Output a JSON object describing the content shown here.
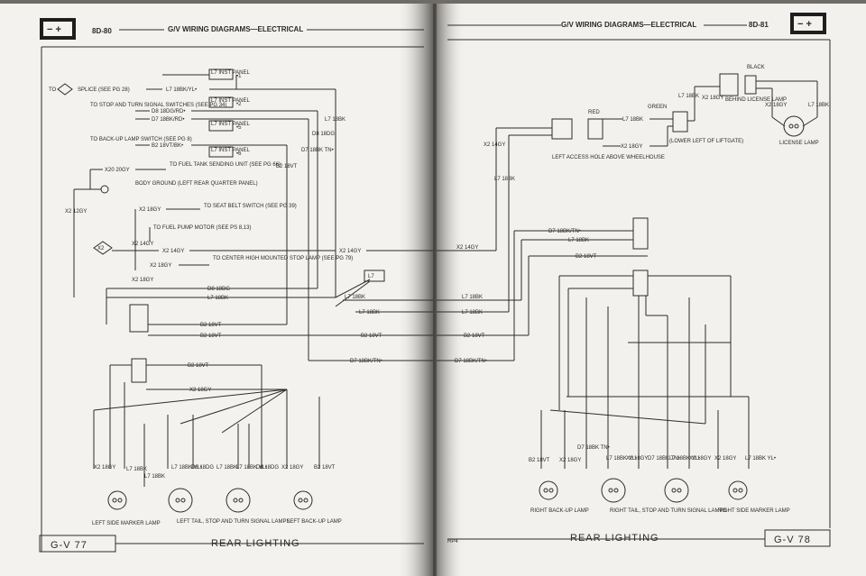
{
  "left_page": {
    "page_no": "8D-80",
    "header": "G/V WIRING DIAGRAMS—ELECTRICAL",
    "footer_code": "G-V 77",
    "footer_title": "REAR LIGHTING",
    "labels": {
      "l1": "L7 INST PANEL",
      "l2": "L7 INST PANEL",
      "l3": "L7 INST PANEL",
      "l4": "L7 INST PANEL",
      "mark1": "•1",
      "mark2": "•2",
      "mark5": "•5",
      "mark6": "•6",
      "to": "TO",
      "splice": "SPLICE (SEE PG 28)",
      "l7_18bk_yl": "L7 18BK/YL•",
      "stop_switch": "TO STOP AND TURN SIGNAL SWITCHES (SEE PG 34)",
      "d8_18dg_rd": "D8 18DG/RD•",
      "d7_18bk_rd": "D7 18BK/RD•",
      "backup_switch": "TO BACK-UP LAMP SWITCH (SEE PG 8)",
      "b2_18vt_bk": "B2 18VT/BK•",
      "x20_20gy": "X20 20GY",
      "fuel_tank": "TO FUEL TANK SENDING UNIT (SEE PG 66)",
      "body_ground": "BODY GROUND (LEFT REAR QUARTER PANEL)",
      "x2_12gy": "X2 12GY",
      "x2_18gy": "X2 18GY",
      "seat_belt": "TO SEAT BELT SWITCH (SEE PG 39)",
      "fuel_pump": "TO FUEL PUMP MOTOR (SEE PS 8,13)",
      "x2_14gy": "X2 14GY",
      "x2_14gy_b": "X2 14GY",
      "x2_18gy_b": "X2 18GY",
      "center_stop": "TO CENTER HIGH MOUNTED STOP LAMP (SEE PG 79)",
      "x2_18gy_c": "X2 18GY",
      "l7_18bk": "L7 18BK",
      "d8_18dg": "D8 18DG",
      "d7_18bk_tn": "D7 18BK TN•",
      "b2_18vt": "B2 18VT",
      "d8_18dg_b": "D8 18DG",
      "l7_18bk_b": "L7 18BK",
      "b2_18vt_b": "B2 18VT",
      "b2_18vt_c": "B2 18VT",
      "l7_18bk_tag": "L7",
      "l7_18bk_c": "L7 18BK",
      "l7_18bk_d": "L7 18BK",
      "d7_18bk_tn_b": "D7 18BK/TN•",
      "b2_18vt_d": "B2 18VT",
      "x2_18gy_d": "X2 18GY",
      "x2_18gy_e": "X2 18GY",
      "l7_18bk_e": "L7 18BK",
      "l7_18bk_yl_b": "L7 18BK YL•",
      "d8_18dg_c": "D8 18DG",
      "l7_18bk_f": "L7 18BK",
      "l7_18bk_yl_c": "L7 18BK YL•",
      "d8_18dg_d": "D8 18DG",
      "x2_18gy_f": "X2 18GY",
      "b2_18vt_e": "B2 18VT",
      "lamp_side": "LEFT SIDE MARKER LAMP",
      "lamp_tail": "LEFT TAIL, STOP AND TURN SIGNAL LAMPS",
      "lamp_backup": "LEFT BACK-UP LAMP",
      "x2_small": "X2"
    }
  },
  "right_page": {
    "page_no": "8D-81",
    "header": "G/V WIRING DIAGRAMS—ELECTRICAL",
    "footer_code": "G-V 78",
    "footer_title": "REAR LIGHTING",
    "gutter_text": "RP4",
    "labels": {
      "black": "BLACK",
      "red": "RED",
      "green": "GREEN",
      "l7_18bk_1": "L7 18BK",
      "l7_18bk_2": "L7 18BK",
      "x2_18gy_1": "X2 18GY",
      "x2_18gy_2": "X2 18GY",
      "l7_18bk_3": "L7 18BK",
      "behind_lamp": "BEHIND LICENSE LAMP",
      "lower_left": "(LOWER LEFT OF LIFTGATE)",
      "access_hole": "LEFT ACCESS HOLE ABOVE WHEELHOUSE",
      "license_lamp": "LICENSE LAMP",
      "x2_14gy": "X2 14GY",
      "l7_18bk_4": "L7 18BK",
      "x2_18gy_3": "X2 18GY",
      "d7_18bk_tn": "D7 18BK/TN•",
      "l7_18bk_5": "L7 18BK",
      "b2_18vt_1": "B2 18VT",
      "x2_14gy_cross": "X2 14GY",
      "l7_18bk_6": "L7 18BK",
      "l7_18bk_7": "L7 18BK",
      "b2_18vt_2": "B2 18VT",
      "d7_18bk_tn_2": "D7 18BK/TN•",
      "b2_18vt_3": "B2 18VT",
      "x2_18gy_4": "X2 18GY",
      "d7_18bk_tn_3": "D7 18BK TN•",
      "l7_18bk_yl_1": "L7 18BK YL•",
      "x2_18gy_5": "X2 18GY",
      "d7_18bk_tn_4": "D7 18BK TN•",
      "l7_18bk_yl_2": "L7 18BK YL•",
      "x2_18gy_6": "X2 18GY",
      "x2_18gy_7": "X2 18GY",
      "l7_18bk_yl_3": "L7 18BK YL•",
      "lamp_backup": "RIGHT BACK-UP LAMP",
      "lamp_tail": "RIGHT TAIL, STOP AND TURN SIGNAL LAMPS",
      "lamp_side": "RIGHT SIDE MARKER LAMP"
    }
  },
  "colors": {
    "paper": "#f4f2ee",
    "ink": "#2c2c2c",
    "shadow": "#5e5a55"
  }
}
